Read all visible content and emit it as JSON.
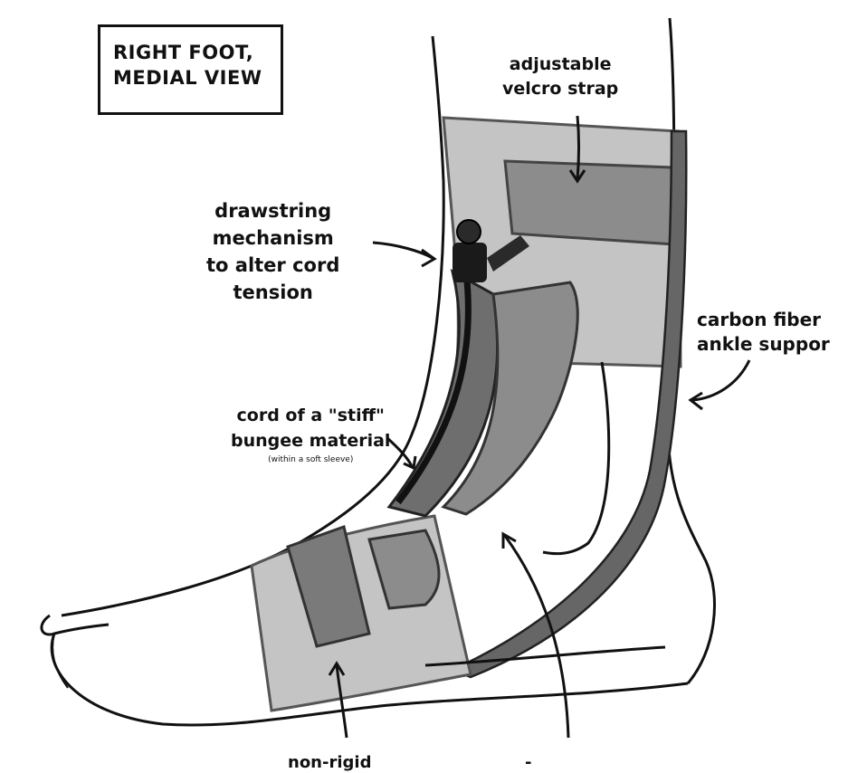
{
  "title": {
    "lines": [
      "RIGHT FOOT,",
      "MEDIAL VIEW"
    ]
  },
  "labels": {
    "strap": [
      "adjustable",
      "velcro strap"
    ],
    "drawstring": [
      "drawstring",
      "mechanism",
      "to alter cord",
      "tension"
    ],
    "carbon": [
      "carbon fiber",
      "ankle suppor"
    ],
    "cord": [
      "cord of a \"stiff\"",
      "bungee material"
    ],
    "cord_note": "(within a soft sleeve)",
    "non_rigid": "non-rigid",
    "bottom_right": "-"
  },
  "colors": {
    "outline": "#111111",
    "light_gray": "#c4c4c4",
    "mid_gray": "#8c8c8c",
    "dark_gray": "#6e6e6e",
    "cord": "#1a1a1a"
  }
}
